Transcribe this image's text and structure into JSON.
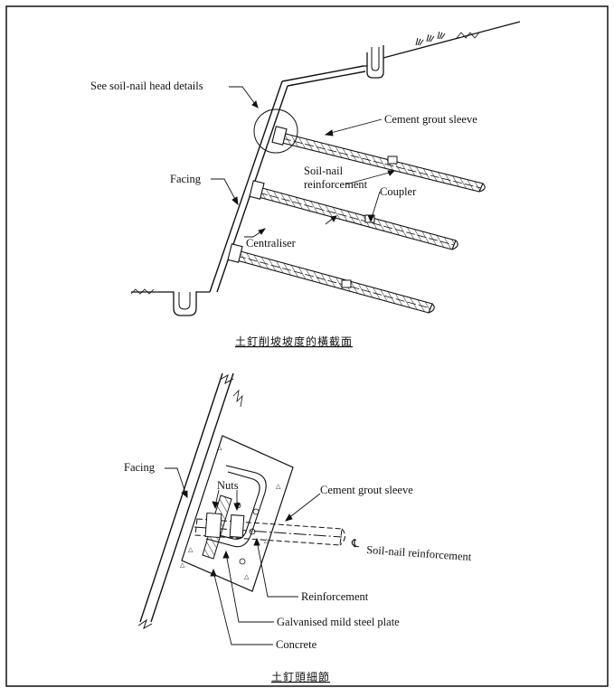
{
  "top_figure": {
    "labels": {
      "soil_nail_head_details": "See soil-nail head details",
      "cement_grout_sleeve": "Cement grout sleeve",
      "soil_nail_reinforcement_line1": "Soil-nail",
      "soil_nail_reinforcement_line2": "reinforcement",
      "coupler": "Coupler",
      "facing": "Facing",
      "centraliser": "Centraliser"
    },
    "caption": "土釘削坡坡度的橫截面"
  },
  "bottom_figure": {
    "labels": {
      "facing": "Facing",
      "nuts": "Nuts",
      "cement_grout_sleeve": "Cement grout sleeve",
      "centreline_symbol": "℄",
      "soil_nail_reinforcement": "Soil-nail reinforcement",
      "reinforcement": "Reinforcement",
      "galvanised_plate": "Galvanised mild steel plate",
      "concrete": "Concrete"
    },
    "caption": "土釘頭細節"
  }
}
